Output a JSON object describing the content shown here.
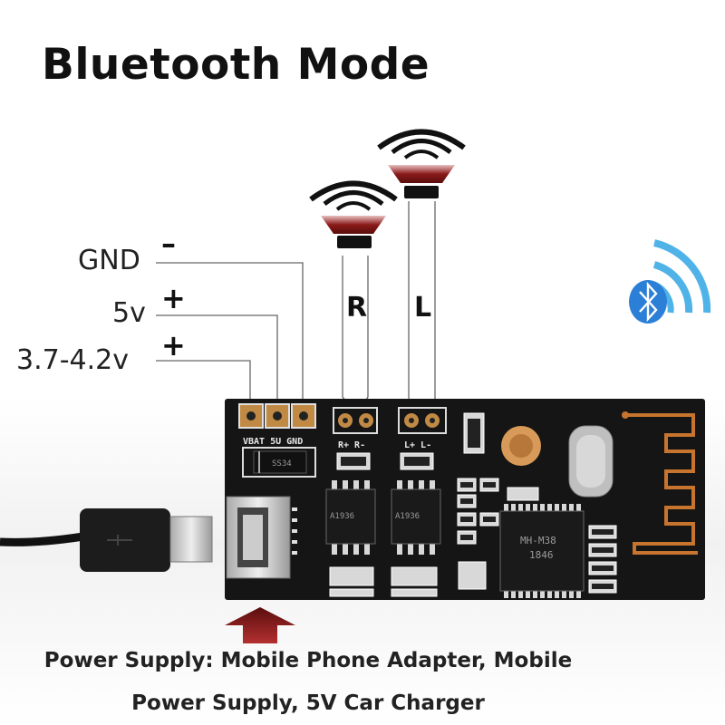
{
  "title": "Bluetooth Mode",
  "power_pins": [
    {
      "label": "GND",
      "sign": "–"
    },
    {
      "label": "5v",
      "sign": "+"
    },
    {
      "label": "3.7-4.2v",
      "sign": "+"
    }
  ],
  "channels": {
    "right": "R",
    "left": "L"
  },
  "board_silkscreen": {
    "power": "VBAT 5U GND",
    "right": "R+ R-",
    "left": "L+ L-",
    "diode": "SS34",
    "amp_chip": "A1936",
    "bt_chip": "MH-M38",
    "bt_chip_code": "1846"
  },
  "caption": {
    "line1": "Power Supply: Mobile Phone Adapter, Mobile",
    "line2": "Power Supply, 5V Car Charger"
  },
  "colors": {
    "speaker": "#8b1a1a",
    "bluetooth": "#2b7fd6",
    "arrow": "#8b1a1a",
    "board": "#151515"
  }
}
